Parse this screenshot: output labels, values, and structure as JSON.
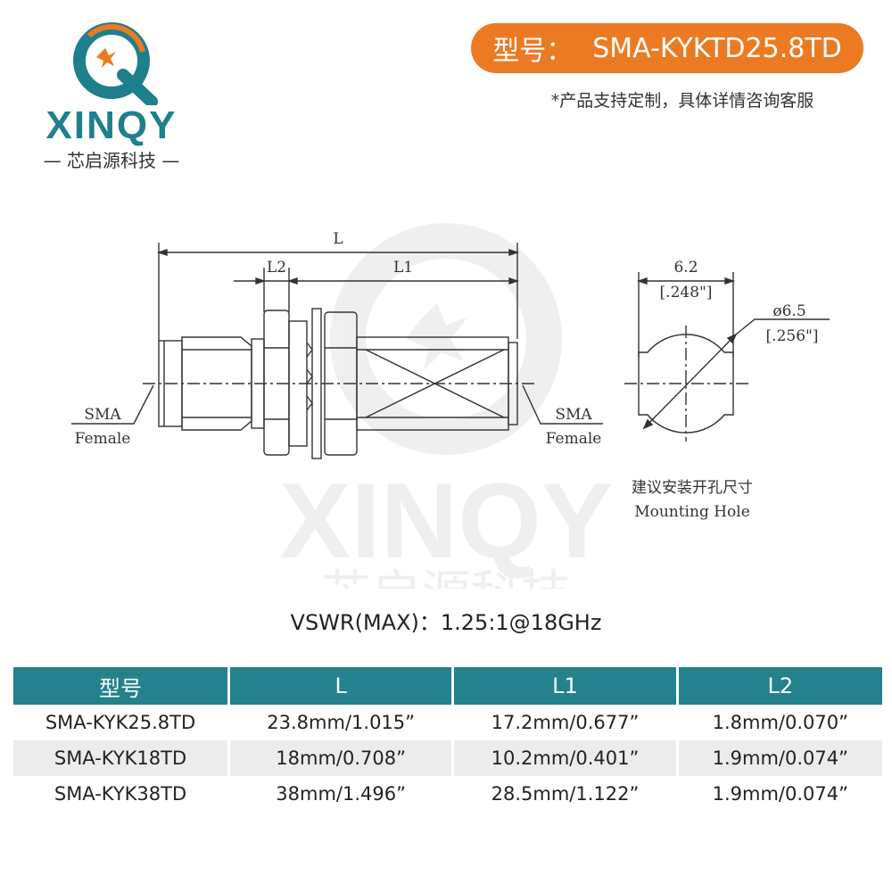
{
  "logo": {
    "brand": "XINQY",
    "tagline": "— 芯启源科技 —",
    "watermark_brand": "XINQY",
    "watermark_tagline": "芯启源科技",
    "colors": {
      "teal": "#1f7f8c",
      "orange": "#ec7a22"
    }
  },
  "header": {
    "model_label": "型号：",
    "model_value": "SMA-KYKTD25.8TD",
    "custom_note": "*产品支持定制，具体详情咨询客服",
    "badge_color": "#ec7a22"
  },
  "drawing": {
    "dim_L": "L",
    "dim_L1": "L1",
    "dim_L2": "L2",
    "left_label_1": "SMA",
    "left_label_2": "Female",
    "right_label_1": "SMA",
    "right_label_2": "Female",
    "hole_width": "6.2",
    "hole_width_in": "[.248\"]",
    "hole_diameter": "ø6.5",
    "hole_diameter_in": "[.256\"]",
    "hole_caption_cn": "建议安装开孔尺寸",
    "hole_caption_en": "Mounting Hole"
  },
  "vswr": "VSWR(MAX)：1.25:1@18GHz",
  "table": {
    "header_color": "#23828c",
    "headers": [
      "型号",
      "L",
      "L1",
      "L2"
    ],
    "rows": [
      [
        "SMA-KYK25.8TD",
        "23.8mm/1.015”",
        "17.2mm/0.677”",
        "1.8mm/0.070”"
      ],
      [
        "SMA-KYK18TD",
        "18mm/0.708”",
        "10.2mm/0.401”",
        "1.9mm/0.074”"
      ],
      [
        "SMA-KYK38TD",
        "38mm/1.496”",
        "28.5mm/1.122”",
        "1.9mm/0.074”"
      ]
    ]
  }
}
